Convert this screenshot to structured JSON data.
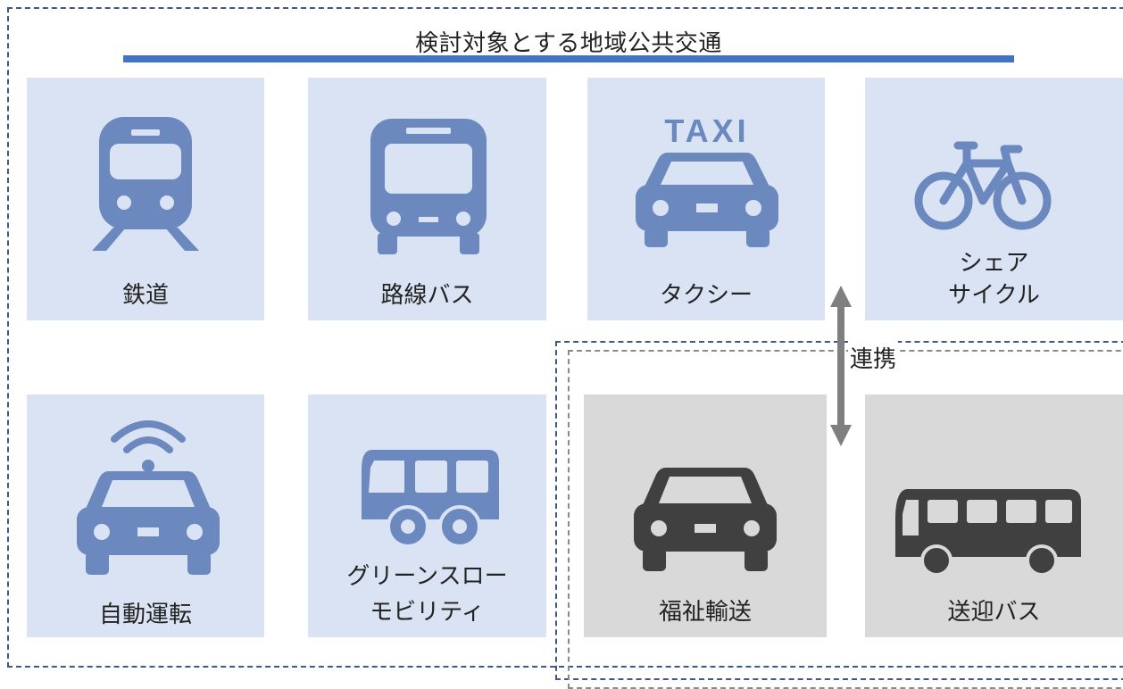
{
  "title": "検討対象とする地域公共交通",
  "link_label": "連携",
  "colors": {
    "accent": "#4472c4",
    "icon_blue": "#6b88bf",
    "card_blue": "#dae3f3",
    "card_gray": "#d9d9d9",
    "icon_dark": "#404040",
    "arrow": "#7f7f7f"
  },
  "modes": [
    {
      "label": "鉄道",
      "icon": "train-icon"
    },
    {
      "label": "路線バス",
      "icon": "bus-icon"
    },
    {
      "label": "タクシー",
      "icon": "taxi-icon",
      "icon_text": "TAXI"
    },
    {
      "label_lines": [
        "シェア",
        "サイクル"
      ],
      "icon": "bicycle-icon"
    },
    {
      "label": "自動運転",
      "icon": "autonomous-car-icon"
    },
    {
      "label_lines": [
        "グリーンスロー",
        "モビリティ"
      ],
      "icon": "minibus-icon"
    }
  ],
  "related_modes": [
    {
      "label": "福祉輸送",
      "icon": "car-icon"
    },
    {
      "label": "送迎バス",
      "icon": "coach-bus-icon"
    }
  ]
}
